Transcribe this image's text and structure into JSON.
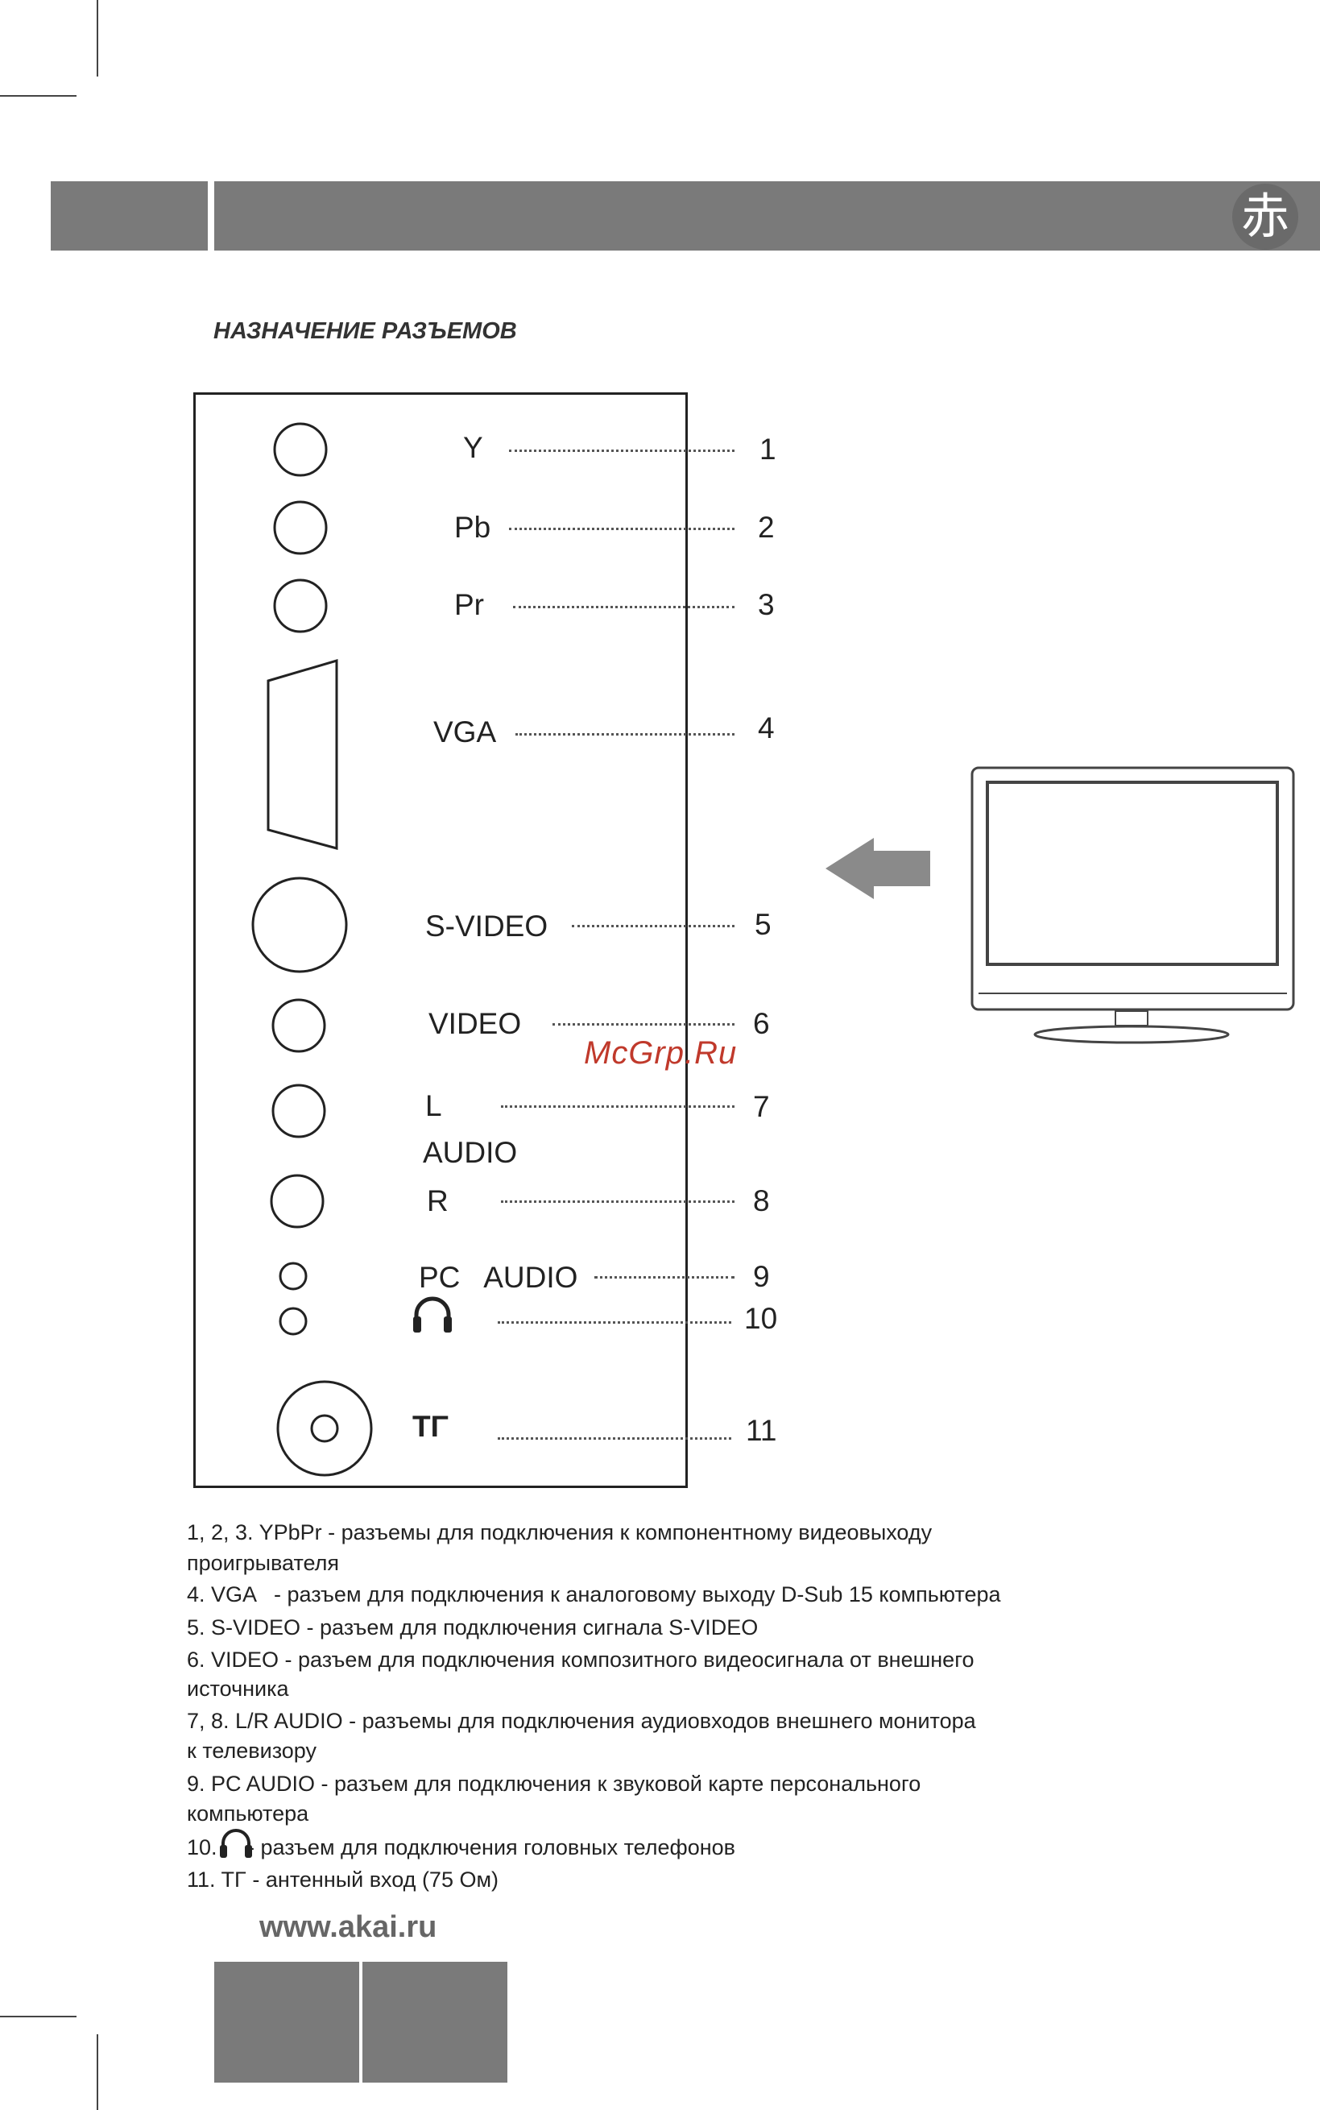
{
  "header": {
    "seal_char": "赤"
  },
  "section_title": "НАЗНАЧЕНИЕ РАЗЪЕМОВ",
  "connectors": [
    {
      "label": "Y",
      "number": "1"
    },
    {
      "label": "Pb",
      "number": "2"
    },
    {
      "label": "Pr",
      "number": "3"
    },
    {
      "label": "VGA",
      "number": "4"
    },
    {
      "label": "S-VIDEO",
      "number": "5"
    },
    {
      "label": "VIDEO",
      "number": "6"
    },
    {
      "label": "L",
      "number": "7"
    },
    {
      "label": "AUDIO",
      "number": ""
    },
    {
      "label": "R",
      "number": "8"
    },
    {
      "label": "PC   AUDIO",
      "number": "9"
    },
    {
      "label": "",
      "number": "10"
    },
    {
      "label": "ΤΓ",
      "number": "11"
    }
  ],
  "descriptions": [
    "1, 2, 3. YPbPr - разъемы для подключения к компонентному видеовыходу",
    "проигрывателя",
    "4. VGA   - разъем для подключения к аналоговому выходу D-Sub 15 компьютера",
    "5. S-VIDEO - разъем для подключения сигнала S-VIDEO",
    "6. VIDEO - разъем для подключения композитного видеосигнала от внешнего",
    "источника",
    "7, 8. L/R AUDIO - разъемы для подключения аудиовходов внешнего монитора",
    "к телевизору",
    "9. PC AUDIO - разъем для подключения к звуковой карте персонального",
    "компьютера",
    "10.     - разъем для подключения головных телефонов",
    "11. ΤΓ - антенный вход (75 Ом)"
  ],
  "watermark": "McGrp.Ru",
  "website": "www.akai.ru",
  "colors": {
    "header_gray": "#7a7a7a",
    "watermark_red": "#c0392b"
  },
  "icons": [
    "headphones-icon",
    "antenna-icon",
    "tv-monitor-icon",
    "arrow-left-icon"
  ]
}
